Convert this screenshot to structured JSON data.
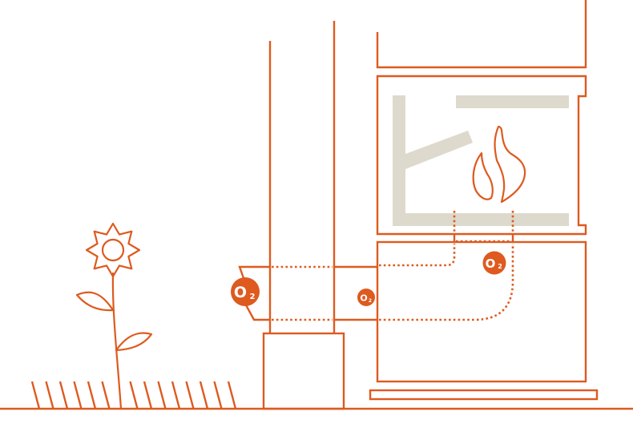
{
  "diagram": {
    "colors": {
      "line": "#DE5A1F",
      "firebrick": "#DDD9CC",
      "background": "#FFFFFF"
    },
    "oxygen_badges": [
      {
        "id": "outside",
        "element": "O",
        "subscript": "2"
      },
      {
        "id": "wall",
        "element": "O",
        "subscript": "2"
      },
      {
        "id": "stove",
        "element": "O",
        "subscript": "2"
      }
    ],
    "elements": [
      "flower",
      "grass",
      "ground",
      "chimney",
      "base-block",
      "air-duct",
      "stove-top",
      "firebox",
      "flame",
      "ash-drawer",
      "plinth"
    ]
  }
}
